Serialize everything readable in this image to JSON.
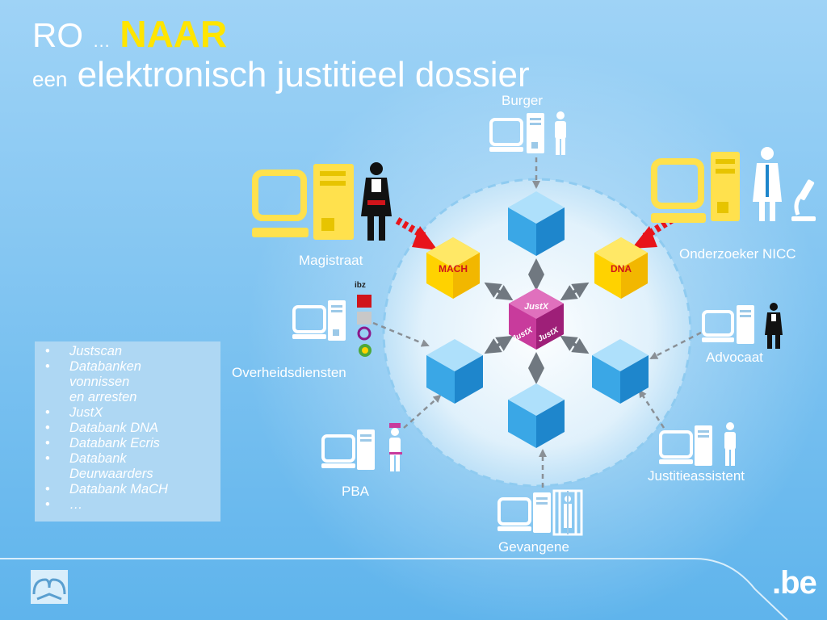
{
  "title": {
    "line1_a": "RO",
    "line1_dots": "…",
    "line1_b": "NAAR",
    "line2_a": "een",
    "line2_b": "elektronisch justitieel dossier"
  },
  "nodes": {
    "burger": "Burger",
    "magistraat": "Magistraat",
    "onderzoeker": "Onderzoeker NICC",
    "overheid": "Overheidsdiensten",
    "advocaat": "Advocaat",
    "pba": "PBA",
    "justitieassistent": "Justitieassistent",
    "gevangene": "Gevangene"
  },
  "hubs": {
    "mach": "MACH",
    "dna": "DNA",
    "justx": "JustX"
  },
  "agency_logos": [
    "ibz"
  ],
  "list": {
    "bullet": "•",
    "items": [
      [
        "Justscan"
      ],
      [
        "Databanken",
        "vonnissen",
        "en arresten"
      ],
      [
        "JustX"
      ],
      [
        "Databank DNA"
      ],
      [
        "Databank Ecris"
      ],
      [
        "Databank",
        "Deurwaarders"
      ],
      [
        "Databank MaCH"
      ],
      [
        "…"
      ]
    ]
  },
  "footer": {
    "brand": ".be"
  },
  "colors": {
    "background": "#7fc0ea",
    "title_highlight": "#ffe500",
    "cube_blue": "#3aa7e6",
    "hub_yellow": "#ffd200",
    "justx_magenta": "#c83b9c",
    "red_arrow": "#e8141a"
  },
  "icons": [
    "computer-icon",
    "person-icon",
    "magistrate-icon",
    "lab-coat-person-icon",
    "microscope-icon",
    "lawyer-icon",
    "prison-bars-icon",
    "book-logo-icon"
  ]
}
